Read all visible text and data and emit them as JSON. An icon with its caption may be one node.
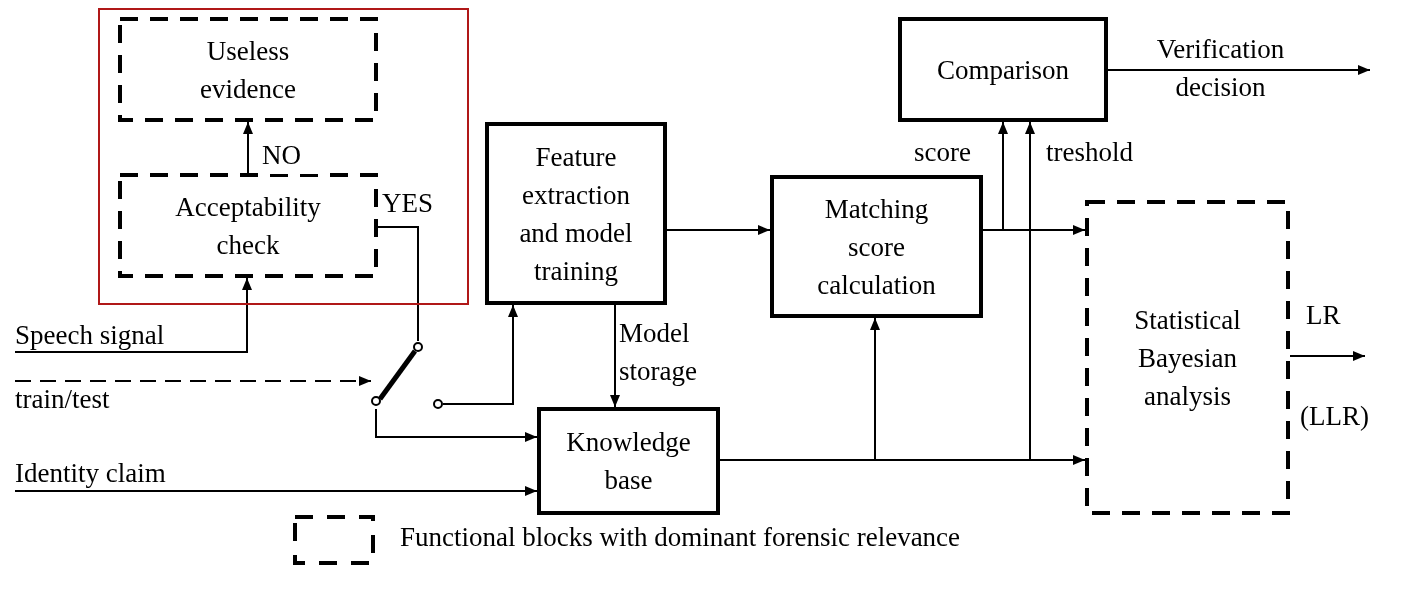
{
  "diagram": {
    "nodes": [
      {
        "text": [],
        "shape": "box"
      },
      {
        "text": [
          "Useless evidence"
        ],
        "in": 0
      },
      {
        "text": [
          "Acceptability check"
        ],
        "in": 0
      },
      {
        "text": [
          "Speech signal"
        ]
      },
      {
        "text": [
          "train/test"
        ]
      },
      {
        "text": [
          "Identity claim"
        ]
      },
      {
        "text": [],
        "shape": "switch"
      },
      {
        "text": [
          "Feature extraction and model training"
        ]
      },
      {
        "text": [
          "Matching score calculation"
        ]
      },
      {
        "text": [
          "Comparison"
        ]
      },
      {
        "text": [
          "Knowledge base"
        ]
      },
      {
        "text": [
          "Statistical Bayesian analysis"
        ],
        "beside": [
          "(LLR)"
        ]
      }
    ],
    "edges": [
      {
        "from": 2,
        "to": 1,
        "arrow": "to",
        "label": "NO"
      },
      {
        "from": 3,
        "to": 2,
        "arrow": "to"
      },
      {
        "from": 2,
        "to": 6,
        "arrow": "none",
        "label": "YES"
      },
      {
        "from": 4,
        "to": 6,
        "arrow": "to",
        "style": "dashed"
      },
      {
        "from": 6,
        "to": 7,
        "arrow": "to"
      },
      {
        "from": 6,
        "to": 10,
        "arrow": "to"
      },
      {
        "from": 5,
        "to": 10,
        "arrow": "to"
      },
      {
        "from": 7,
        "to": 8,
        "arrow": "to"
      },
      {
        "from": 7,
        "to": 10,
        "arrow": "to",
        "label": "Model storage"
      },
      {
        "from": 8,
        "to": 9,
        "arrow": "to",
        "label": "score"
      },
      {
        "from": 8,
        "to": 11,
        "arrow": "to"
      },
      {
        "from": 10,
        "to": 8,
        "arrow": "to"
      },
      {
        "from": 10,
        "to": 9,
        "arrow": "to",
        "label": "treshold"
      },
      {
        "from": 10,
        "to": 11,
        "arrow": "to"
      },
      {
        "from": 9,
        "to": null,
        "arrow": "to",
        "label": "Verification decision"
      },
      {
        "from": 11,
        "to": null,
        "arrow": "to",
        "label": "LR"
      }
    ],
    "legend": [
      {
        "text": "Functional blocks with dominant forensic relevance"
      }
    ]
  }
}
